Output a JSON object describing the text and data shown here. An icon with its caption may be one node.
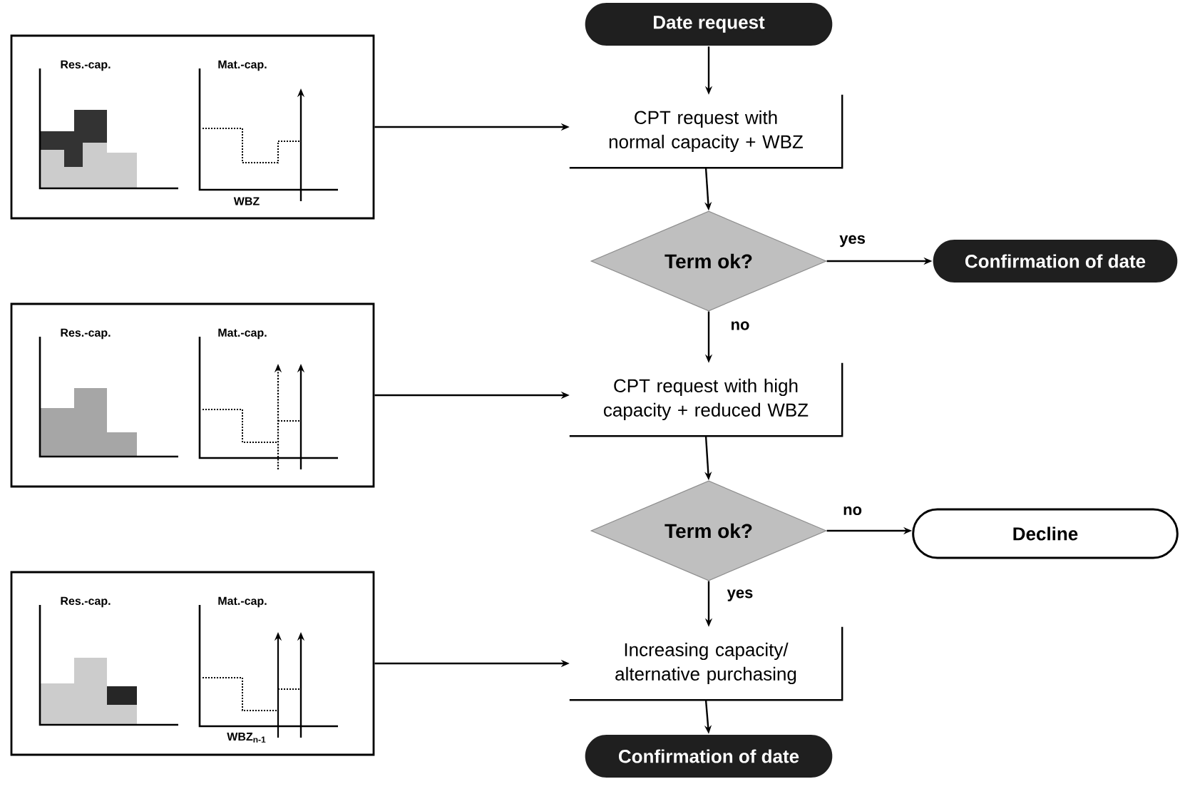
{
  "diagram": {
    "nodes": [
      {
        "text": [
          "Date request"
        ]
      },
      {
        "text": [
          "CPT request with normal capacity + WBZ"
        ]
      },
      {
        "text": [
          "Term ok?"
        ]
      },
      {
        "text": [
          "Confirmation of date"
        ]
      },
      {
        "text": [
          "CPT request with high capacity + reduced WBZ"
        ]
      },
      {
        "text": [
          "Term ok?"
        ]
      },
      {
        "text": [
          "Decline"
        ]
      },
      {
        "text": [
          "Increasing capacity/ alternative purchasing"
        ]
      },
      {
        "text": [
          "Confirmation of date"
        ]
      },
      {
        "text": [
          "Res.-cap.",
          "Mat.-cap.",
          "WBZ"
        ]
      },
      {
        "text": [
          "Res.-cap.",
          "Mat.-cap."
        ]
      },
      {
        "text": [
          "Res.-cap.",
          "Mat.-cap.",
          "WBZ$_{n-1}$"
        ]
      }
    ],
    "edges": [
      {
        "from": 0,
        "to": 1,
        "arrow": "to"
      },
      {
        "from": 9,
        "to": 1,
        "arrow": "to"
      },
      {
        "from": 1,
        "to": 2,
        "arrow": "to"
      },
      {
        "from": 2,
        "to": 3,
        "arrow": "to",
        "label": "yes"
      },
      {
        "from": 2,
        "to": 4,
        "arrow": "to",
        "label": "no"
      },
      {
        "from": 10,
        "to": 4,
        "arrow": "to"
      },
      {
        "from": 4,
        "to": 5,
        "arrow": "to"
      },
      {
        "from": 5,
        "to": 6,
        "arrow": "to",
        "label": "no"
      },
      {
        "from": 5,
        "to": 7,
        "arrow": "to",
        "label": "yes"
      },
      {
        "from": 11,
        "to": 7,
        "arrow": "to"
      },
      {
        "from": 7,
        "to": 8,
        "arrow": "to"
      }
    ]
  }
}
